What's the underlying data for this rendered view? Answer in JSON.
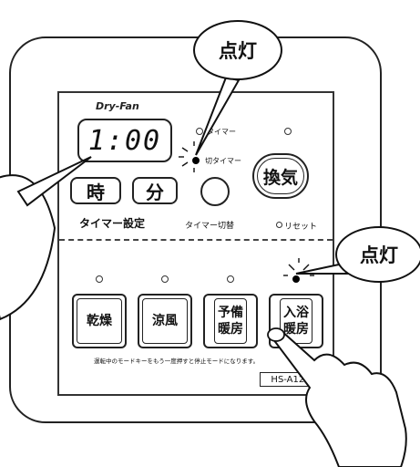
{
  "callouts": {
    "top_label": "点灯",
    "right_label": "点灯"
  },
  "panel": {
    "brand": "Dry-Fan",
    "display_time": "1:00",
    "timer_labels": {
      "timer": "タイマー",
      "off_timer": "切タイマー"
    },
    "hour_button": "時",
    "minute_button": "分",
    "timer_setting_label": "タイマー設定",
    "timer_toggle_label": "タイマー切替",
    "ventilation_button": "換気",
    "reset_label": "リセット",
    "mode_buttons": [
      {
        "label": "乾燥"
      },
      {
        "label": "涼風"
      },
      {
        "label": "予備暖房"
      },
      {
        "label": "入浴暖房"
      }
    ],
    "note": "運転中のモードキーをもう一度押すと停止モードになります。",
    "model": "HS-A12E"
  },
  "indicators": {
    "off_timer_lit": true,
    "bathing_heat_lit": true
  },
  "colors": {
    "line": "#111111",
    "lit_led": "#000000"
  }
}
